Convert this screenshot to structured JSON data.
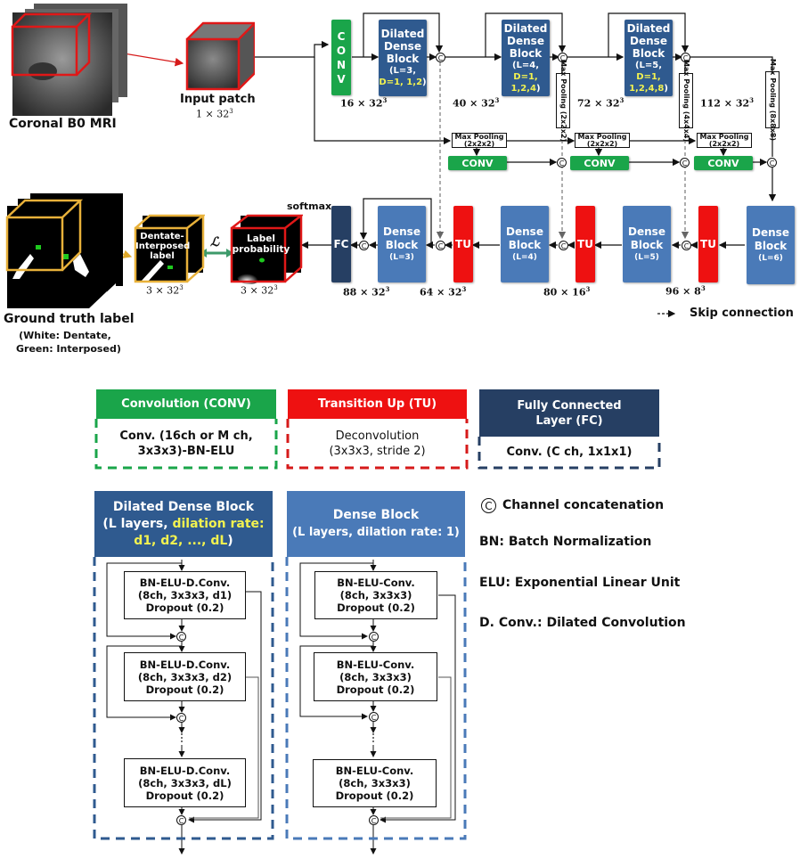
{
  "inputs": {
    "mri_label": "Coronal B0 MRI",
    "patch_label": "Input patch",
    "patch_dim": "1 × 32",
    "gt_label": "Ground truth label",
    "gt_sub1": "(White: Dentate,",
    "gt_sub2": "Green: Interposed)",
    "label_cube_text": [
      "Dentate-",
      "Interposed",
      "label"
    ],
    "label_cube_dim": "3 × 32",
    "prob_cube_text": [
      "Label",
      "probability"
    ],
    "prob_cube_dim": "3 × 32",
    "loss_symbol": "ℒ",
    "softmax": "softmax"
  },
  "encoder": {
    "conv": [
      "C",
      "O",
      "N",
      "V"
    ],
    "blocks": [
      {
        "title": [
          "Dilated",
          "Dense",
          "Block"
        ],
        "params_l": "(L=3, ",
        "params_d": "D=1, 1,2",
        "close": ")",
        "out_dim": "40 × 32"
      },
      {
        "title": [
          "Dilated",
          "Dense",
          "Block"
        ],
        "params_l": "(L=4, ",
        "params_d": "D=1, 1,2,4",
        "close": ")",
        "out_dim": "72 × 32"
      },
      {
        "title": [
          "Dilated",
          "Dense",
          "Block"
        ],
        "params_l": "(L=5, ",
        "params_d": "D=1, 1,2,4,8",
        "close": ")",
        "out_dim": "112 × 32"
      }
    ],
    "conv_out_dim": "16 × 32",
    "vertical_pools": [
      "Max Pooling (2x2x2)",
      "Max Pooling (4x4x4)",
      "Max Pooling (8x8x8)"
    ],
    "horizontal_pools": [
      "Max Pooling",
      "(2x2x2)"
    ],
    "side_conv": "CONV"
  },
  "decoder": {
    "fc": "FC",
    "dense_blocks": [
      {
        "title": [
          "Dense",
          "Block"
        ],
        "params": "(L=3)"
      },
      {
        "title": [
          "Dense",
          "Block"
        ],
        "params": "(L=4)"
      },
      {
        "title": [
          "Dense",
          "Block"
        ],
        "params": "(L=5)"
      },
      {
        "title": [
          "Dense",
          "Block"
        ],
        "params": "(L=6)"
      }
    ],
    "tu": "TU",
    "dims": [
      "88 × 32",
      "64 × 32",
      "80 × 16",
      "96 × 8"
    ],
    "skip_legend": "Skip connection"
  },
  "concat_symbol": "C",
  "legend": {
    "conv": {
      "title": "Convolution (CONV)",
      "body": [
        "Conv. (16ch or M ch,",
        "3x3x3)-BN-ELU"
      ],
      "color": "#1aa54a"
    },
    "tu": {
      "title": "Transition Up (TU)",
      "body": [
        "Deconvolution",
        "(3x3x3, stride 2)"
      ],
      "color": "#ee1111"
    },
    "fc": {
      "title": [
        "Fully Connected",
        "Layer (FC)"
      ],
      "body": [
        "Conv. (C ch, 1x1x1)"
      ],
      "color": "#263f63"
    },
    "ddb": {
      "title": "Dilated Dense Block",
      "sub1_plain": "(L layers, ",
      "sub1_yel": "dilation rate:",
      "sub2_yel": "d1, d2, ..., dL",
      "sub2_close": ")",
      "layers": [
        [
          "BN-ELU-D.Conv.",
          "(8ch, 3x3x3, d1)",
          "Dropout (0.2)"
        ],
        [
          "BN-ELU-D.Conv.",
          "(8ch, 3x3x3, d2)",
          "Dropout (0.2)"
        ],
        [
          "BN-ELU-D.Conv.",
          "(8ch, 3x3x3, dL)",
          "Dropout (0.2)"
        ]
      ],
      "color": "#2f5a8f"
    },
    "db": {
      "title": "Dense Block",
      "sub": "(L layers, dilation rate: 1)",
      "layers": [
        [
          "BN-ELU-Conv.",
          "(8ch, 3x3x3)",
          "Dropout (0.2)"
        ],
        [
          "BN-ELU-Conv.",
          "(8ch, 3x3x3)",
          "Dropout (0.2)"
        ],
        [
          "BN-ELU-Conv.",
          "(8ch, 3x3x3)",
          "Dropout (0.2)"
        ]
      ],
      "color": "#4a7ab8"
    },
    "glossary": [
      "Channel concatenation",
      "BN: Batch Normalization",
      "ELU: Exponential Linear Unit",
      "D. Conv.: Dilated Convolution"
    ]
  }
}
